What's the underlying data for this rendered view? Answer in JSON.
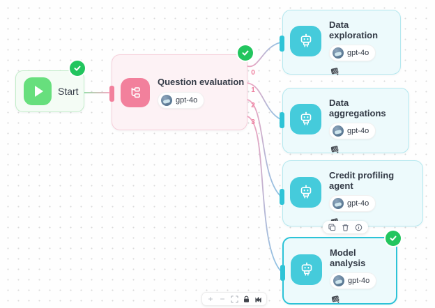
{
  "app": {
    "type": "workflow-canvas"
  },
  "colors": {
    "success_green": "#22c55e",
    "start_green": "#67df7d",
    "classifier_pink": "#f2809c",
    "agent_teal": "#45cbdb",
    "edge_pink": "#efa3bf",
    "edge_blue": "#8fc3e4",
    "selected_border": "#2cc3d7"
  },
  "nodes": {
    "start": {
      "label": "Start",
      "status": "completed"
    },
    "classifier": {
      "title": "Question evaluation",
      "model": "gpt-4o",
      "status": "completed",
      "branches": [
        "0",
        "1",
        "2",
        "3"
      ]
    },
    "agents": [
      {
        "title": "Data exploration",
        "model": "gpt-4o"
      },
      {
        "title": "Data aggregations",
        "model": "gpt-4o"
      },
      {
        "title": "Credit profiling agent",
        "model": "gpt-4o"
      },
      {
        "title": "Model analysis",
        "model": "gpt-4o",
        "selected": true,
        "status": "completed"
      }
    ]
  },
  "node_toolbar": {
    "icons": [
      "copy",
      "delete",
      "info"
    ]
  },
  "controls": {
    "zoom_in": "+",
    "zoom_out": "−",
    "icons": [
      "fit-view",
      "lock",
      "pointer-mode"
    ]
  }
}
